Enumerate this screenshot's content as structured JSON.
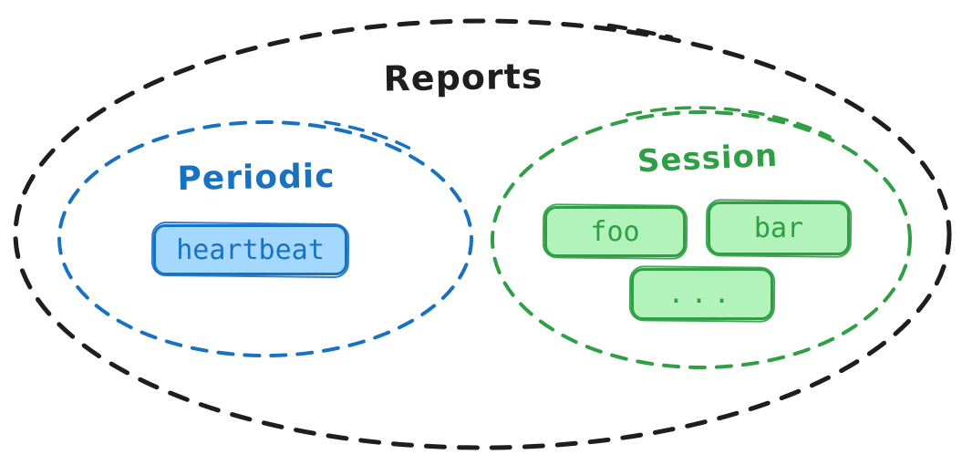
{
  "diagram": {
    "title": "Reports",
    "outline_color": "#1e1e1e",
    "groups": [
      {
        "id": "periodic",
        "label": "Periodic",
        "stroke_color": "#1971c2",
        "fill_color": "#a5d8ff",
        "items": [
          {
            "label": "heartbeat"
          }
        ]
      },
      {
        "id": "session",
        "label": "Session",
        "stroke_color": "#2f9e44",
        "fill_color": "#b2f2bb",
        "items": [
          {
            "label": "foo"
          },
          {
            "label": "bar"
          },
          {
            "label": "..."
          }
        ]
      }
    ]
  }
}
